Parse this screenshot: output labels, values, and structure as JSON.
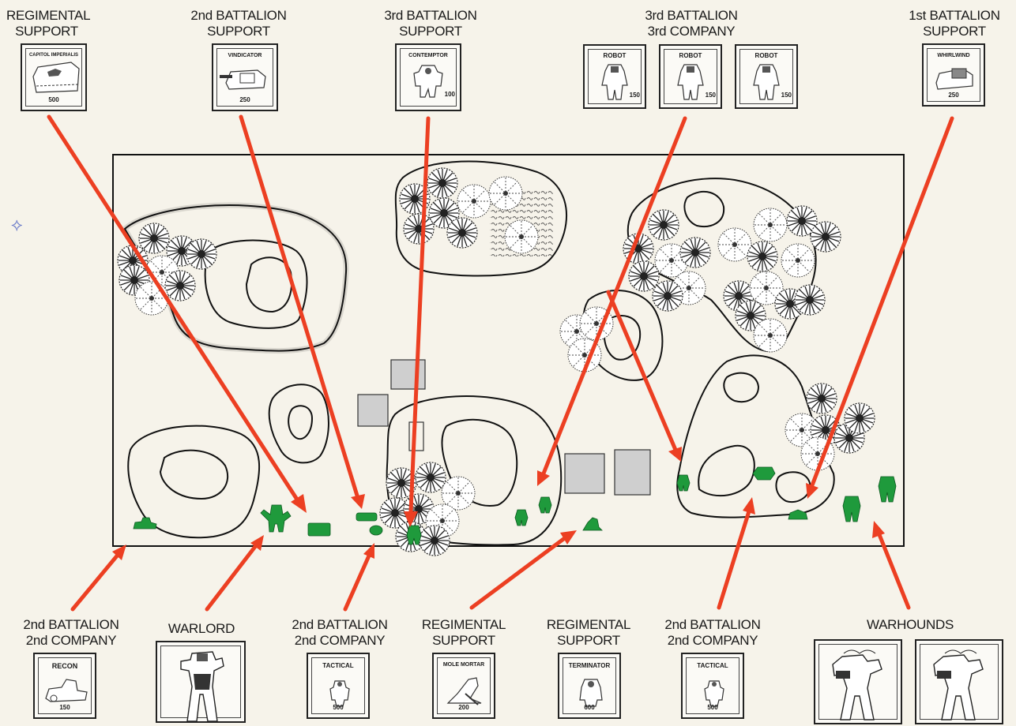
{
  "top_labels": [
    {
      "line1": "REGIMENTAL",
      "line2": "SUPPORT"
    },
    {
      "line1": "2nd BATTALION",
      "line2": "SUPPORT"
    },
    {
      "line1": "3rd BATTALION",
      "line2": "SUPPORT"
    },
    {
      "line1": "3rd BATTALION",
      "line2": "3rd COMPANY"
    },
    {
      "line1": "1st BATTALION",
      "line2": "SUPPORT"
    }
  ],
  "bottom_labels": [
    {
      "line1": "2nd BATTALION",
      "line2": "2nd COMPANY"
    },
    {
      "line1": "WARLORD",
      "line2": ""
    },
    {
      "line1": "2nd BATTALION",
      "line2": "2nd COMPANY"
    },
    {
      "line1": "REGIMENTAL",
      "line2": "SUPPORT"
    },
    {
      "line1": "REGIMENTAL",
      "line2": "SUPPORT"
    },
    {
      "line1": "2nd BATTALION",
      "line2": "2nd COMPANY"
    },
    {
      "line1": "WARHOUNDS",
      "line2": ""
    }
  ],
  "cards": {
    "capitol_imperialis": {
      "name": "CAPITOL IMPERIALIS",
      "points": "500"
    },
    "vindicator": {
      "name": "VINDICATOR",
      "points": "250"
    },
    "contemptor": {
      "name": "CONTEMPTOR",
      "points": "100"
    },
    "robot1": {
      "name": "ROBOT",
      "points": "150"
    },
    "robot2": {
      "name": "ROBOT",
      "points": "150"
    },
    "robot3": {
      "name": "ROBOT",
      "points": "150"
    },
    "whirlwind": {
      "name": "WHIRLWIND",
      "points": "250"
    },
    "recon": {
      "name": "RECON",
      "points": "150"
    },
    "tactical1": {
      "name": "TACTICAL",
      "points": "500"
    },
    "mole_mortar": {
      "name": "MOLE MORTAR",
      "points": "200"
    },
    "terminator": {
      "name": "TERMINATOR",
      "points": "600"
    },
    "tactical2": {
      "name": "TACTICAL",
      "points": "500"
    }
  },
  "colors": {
    "arrow": "#ec3f22",
    "unit": "#1f9a3c",
    "ink": "#1a1a1a",
    "building": "#c9c9c9"
  }
}
